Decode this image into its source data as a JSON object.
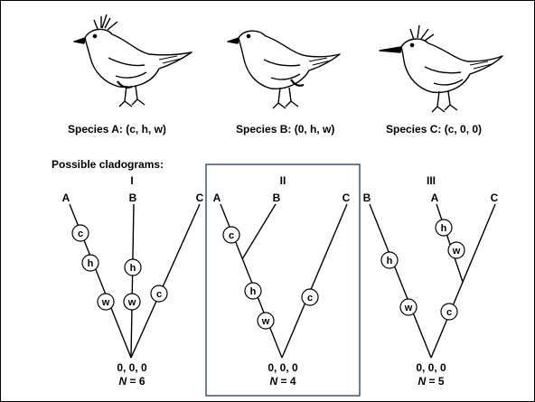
{
  "species": [
    {
      "caption": "Species A: (c, h, w)"
    },
    {
      "caption": "Species B: (0, h, w)"
    },
    {
      "caption": "Species C: (c, 0, 0)"
    }
  ],
  "heading": "Possible cladograms:",
  "cladograms": [
    {
      "numeral": "I",
      "leaves": [
        "A",
        "B",
        "C"
      ],
      "root": "0, 0, 0",
      "n_label": "N",
      "n_value": "= 6",
      "nodes": [
        "c",
        "h",
        "w",
        "h",
        "w",
        "c"
      ],
      "highlighted": false
    },
    {
      "numeral": "II",
      "leaves": [
        "A",
        "B",
        "C"
      ],
      "root": "0, 0, 0",
      "n_label": "N",
      "n_value": "= 4",
      "nodes": [
        "c",
        "h",
        "w",
        "c"
      ],
      "highlighted": true
    },
    {
      "numeral": "III",
      "leaves": [
        "B",
        "A",
        "C"
      ],
      "root": "0, 0, 0",
      "n_label": "N",
      "n_value": "= 5",
      "nodes": [
        "h",
        "w",
        "h",
        "w",
        "c"
      ],
      "highlighted": false
    }
  ],
  "colors": {
    "box": "#1f3a5f",
    "line": "#000000"
  }
}
